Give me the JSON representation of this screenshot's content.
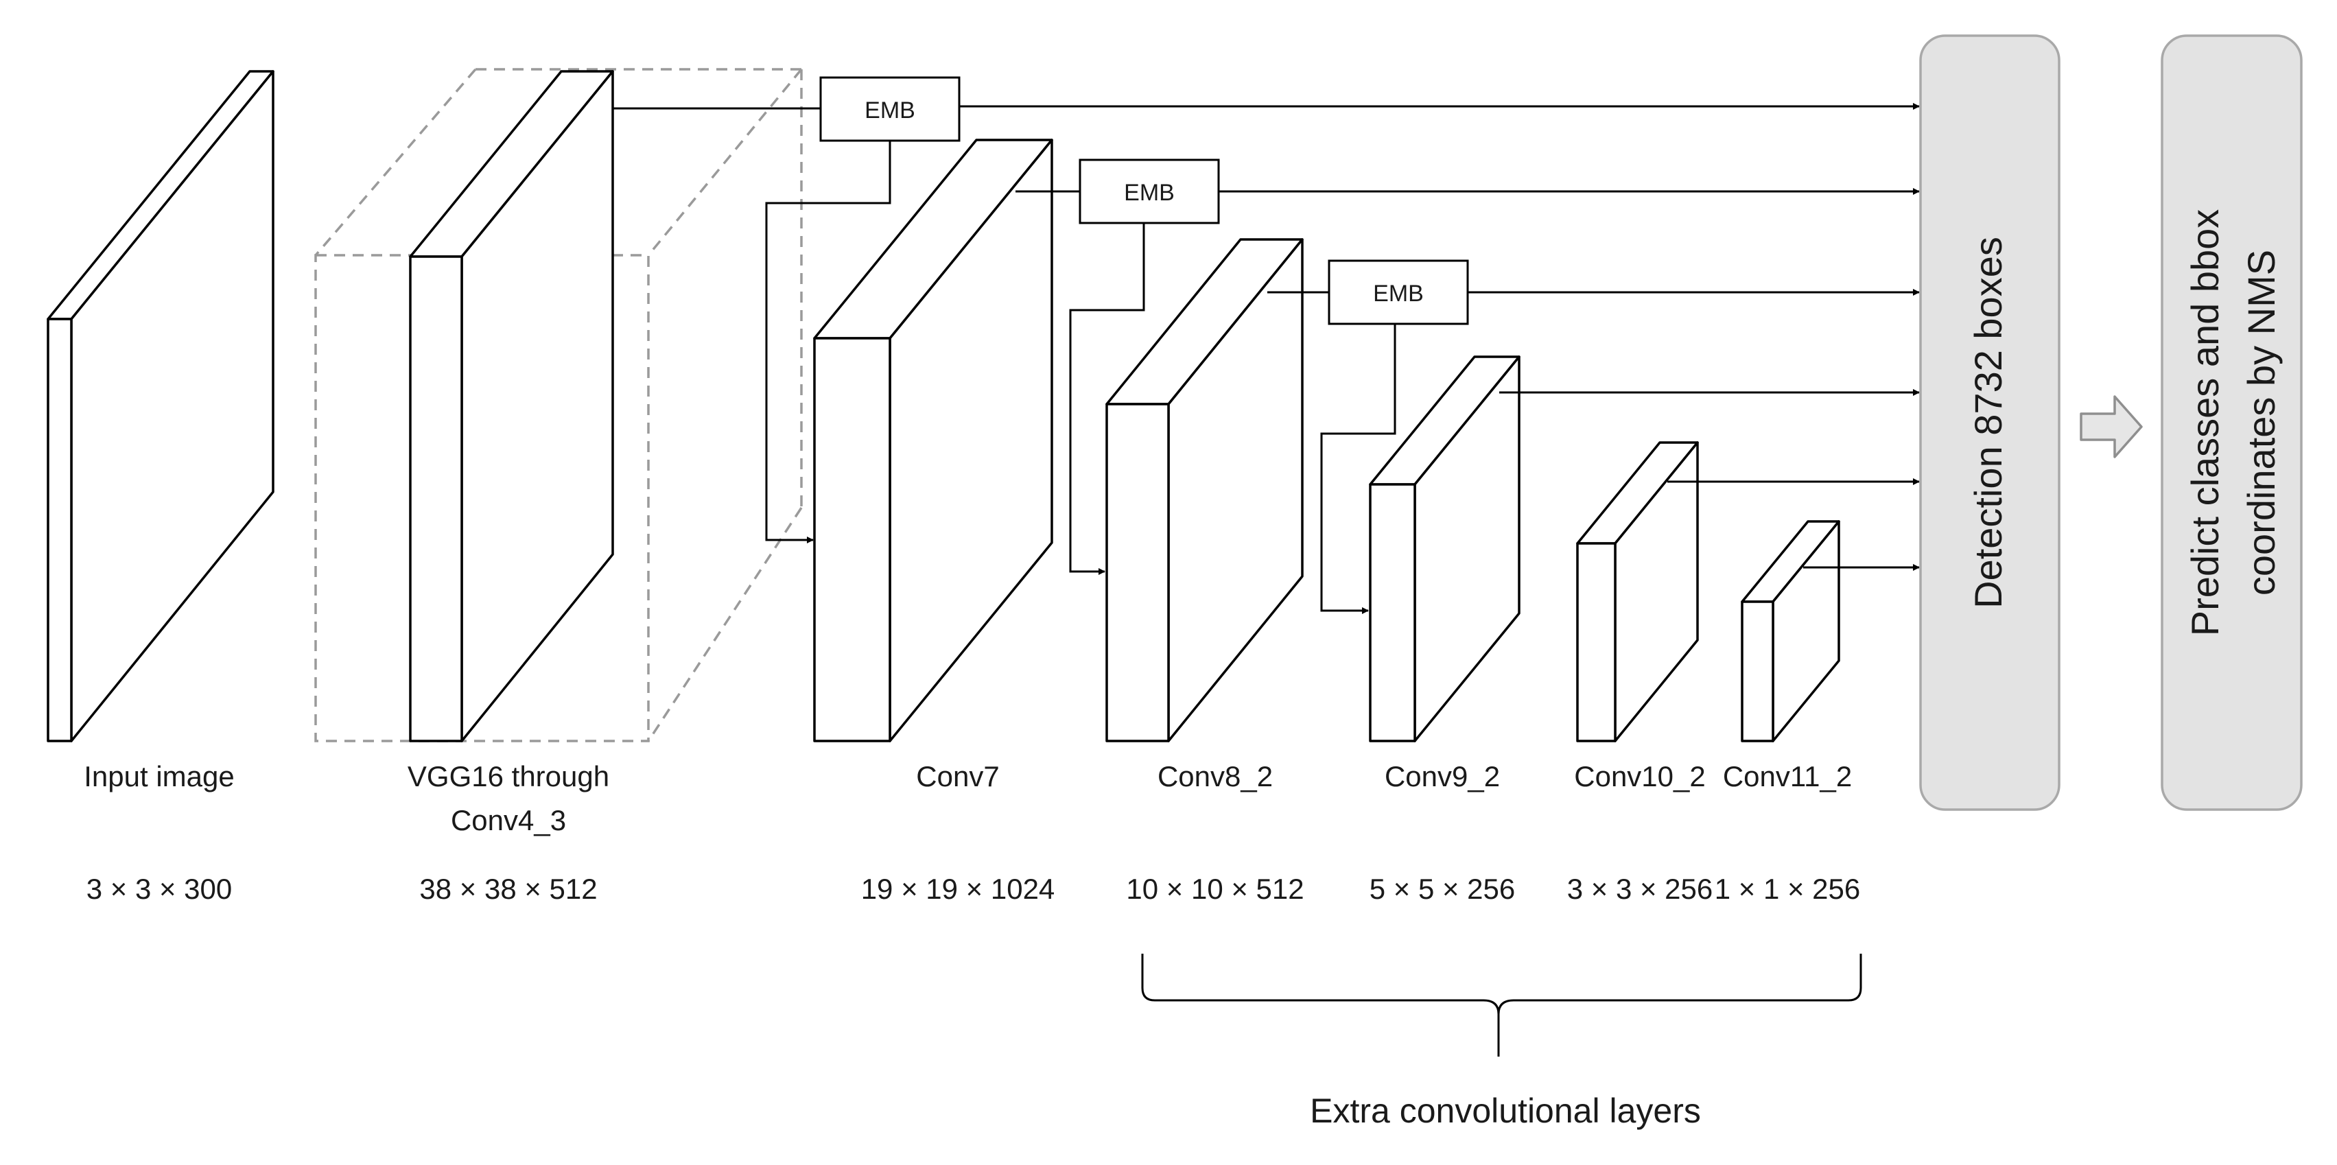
{
  "layers": [
    {
      "name": "Input image",
      "name2": "",
      "dims": "3 × 3 × 300"
    },
    {
      "name": "VGG16 through",
      "name2": "Conv4_3",
      "dims": "38 × 38 × 512"
    },
    {
      "name": "Conv7",
      "name2": "",
      "dims": "19 × 19 × 1024"
    },
    {
      "name": "Conv8_2",
      "name2": "",
      "dims": "10 × 10 × 512"
    },
    {
      "name": "Conv9_2",
      "name2": "",
      "dims": "5 × 5 × 256"
    },
    {
      "name": "Conv10_2",
      "name2": "",
      "dims": "3 × 3 × 256"
    },
    {
      "name": "Conv11_2",
      "name2": "",
      "dims": "1 × 1 × 256"
    }
  ],
  "emb_label": "EMB",
  "detection_label": "Detection 8732 boxes",
  "predict_line1": "Predict classes and bbox",
  "predict_line2": "coordinates by NMS",
  "extra_label": "Extra convolutional layers"
}
